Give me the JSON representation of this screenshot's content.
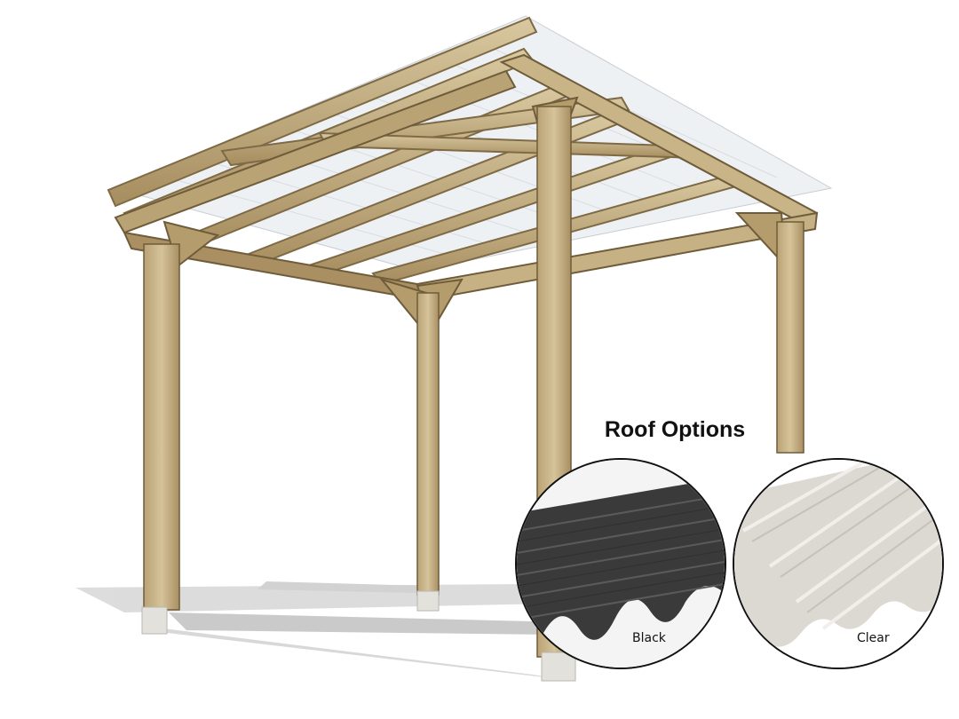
{
  "roof_options": {
    "title": "Roof Options",
    "options": [
      {
        "label": "Black",
        "color": "#3c3c3c"
      },
      {
        "label": "Clear",
        "color": "#dcd9d3"
      }
    ]
  },
  "colors": {
    "timber": "#c9b48a",
    "timber_dark": "#8f7a52",
    "roof_panel": "#e9eef2",
    "footing": "#e3e1dc"
  }
}
